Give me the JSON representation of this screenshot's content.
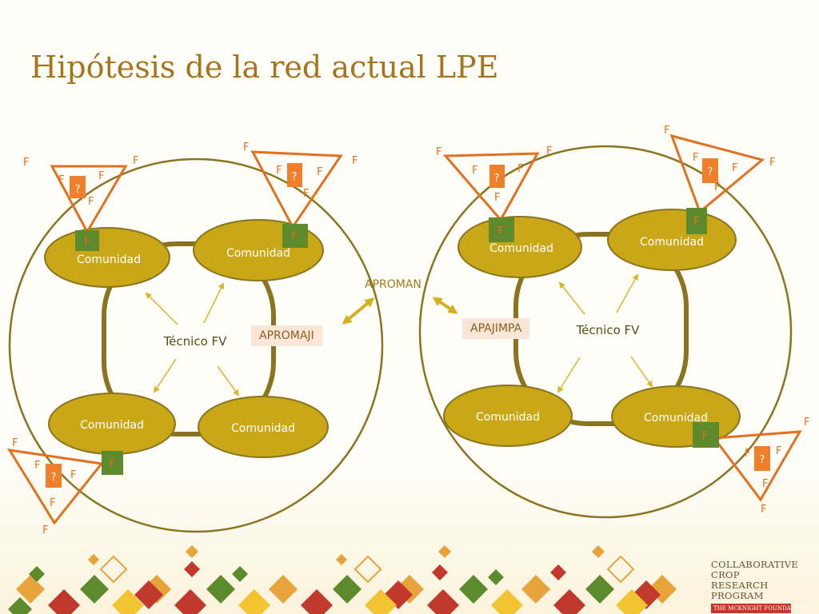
{
  "slide": {
    "title": "Hipótesis de la red actual LPE"
  },
  "labels": {
    "comunidad": "Comunidad",
    "tecnico": "Técnico FV",
    "farmer": "F",
    "question": "?",
    "aproman": "APROMAN",
    "apromaji": "APROMAJI",
    "apajimpa": "APAJIMPA"
  },
  "logo": {
    "line1": "COLLABORATIVE",
    "line2": "CROP RESEARCH",
    "line3": "PROGRAM",
    "foundation": "THE MCKNIGHT FOUNDATION"
  },
  "colors": {
    "title": "#a7741e",
    "community_fill": "#c9a716",
    "circle_stroke": "#8a7420",
    "triangle_stroke": "#e2701e",
    "farmer_box_green": "#5c8a2c",
    "question_box_orange": "#f07f2c",
    "arrow": "#d8b52a"
  }
}
